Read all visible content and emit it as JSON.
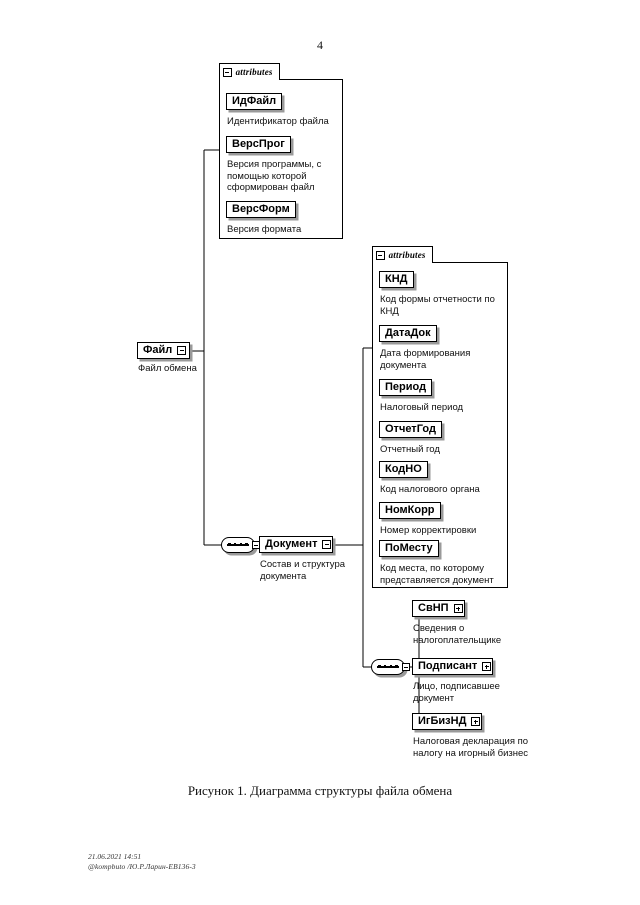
{
  "page": {
    "number": "4",
    "caption": "Рисунок 1. Диаграмма структуры файла обмена",
    "footer_line1": "21.06.2021 14:51",
    "footer_line2": "@kompbuto /Ю.Р.Ларин-ЕВ136-3"
  },
  "icons": {
    "minus": "minus-box-icon",
    "plus": "plus-box-icon",
    "sequence": "sequence-compositor-icon"
  },
  "diagram": {
    "root": {
      "name": "Файл",
      "description": "Файл обмена",
      "state": "expanded"
    },
    "attributes_group_1": {
      "tab_label": "attributes",
      "items": [
        {
          "name": "ИдФайл",
          "description": "Идентификатор файла"
        },
        {
          "name": "ВерсПрог",
          "description": "Версия программы, с\nпомощью которой\nсформирован файл"
        },
        {
          "name": "ВерсФорм",
          "description": "Версия формата"
        }
      ]
    },
    "document": {
      "name": "Документ",
      "description": "Состав и структура\nдокумента",
      "state": "expanded"
    },
    "attributes_group_2": {
      "tab_label": "attributes",
      "items": [
        {
          "name": "КНД",
          "description": "Код формы отчетности по\nКНД"
        },
        {
          "name": "ДатаДок",
          "description": "Дата формирования\nдокумента"
        },
        {
          "name": "Период",
          "description": "Налоговый период"
        },
        {
          "name": "ОтчетГод",
          "description": "Отчетный год"
        },
        {
          "name": "КодНО",
          "description": "Код налогового органа"
        },
        {
          "name": "НомКорр",
          "description": "Номер корректировки"
        },
        {
          "name": "ПоМесту",
          "description": "Код места, по которому\nпредставляется документ"
        }
      ]
    },
    "children": [
      {
        "name": "СвНП",
        "description": "Сведения о\nналогоплательщике",
        "state": "collapsed"
      },
      {
        "name": "Подписант",
        "description": "Лицо, подписавшее\nдокумент",
        "state": "collapsed"
      },
      {
        "name": "ИгБизНД",
        "description": "Налоговая декларация по\nналогу на игорный бизнес",
        "state": "collapsed"
      }
    ]
  }
}
